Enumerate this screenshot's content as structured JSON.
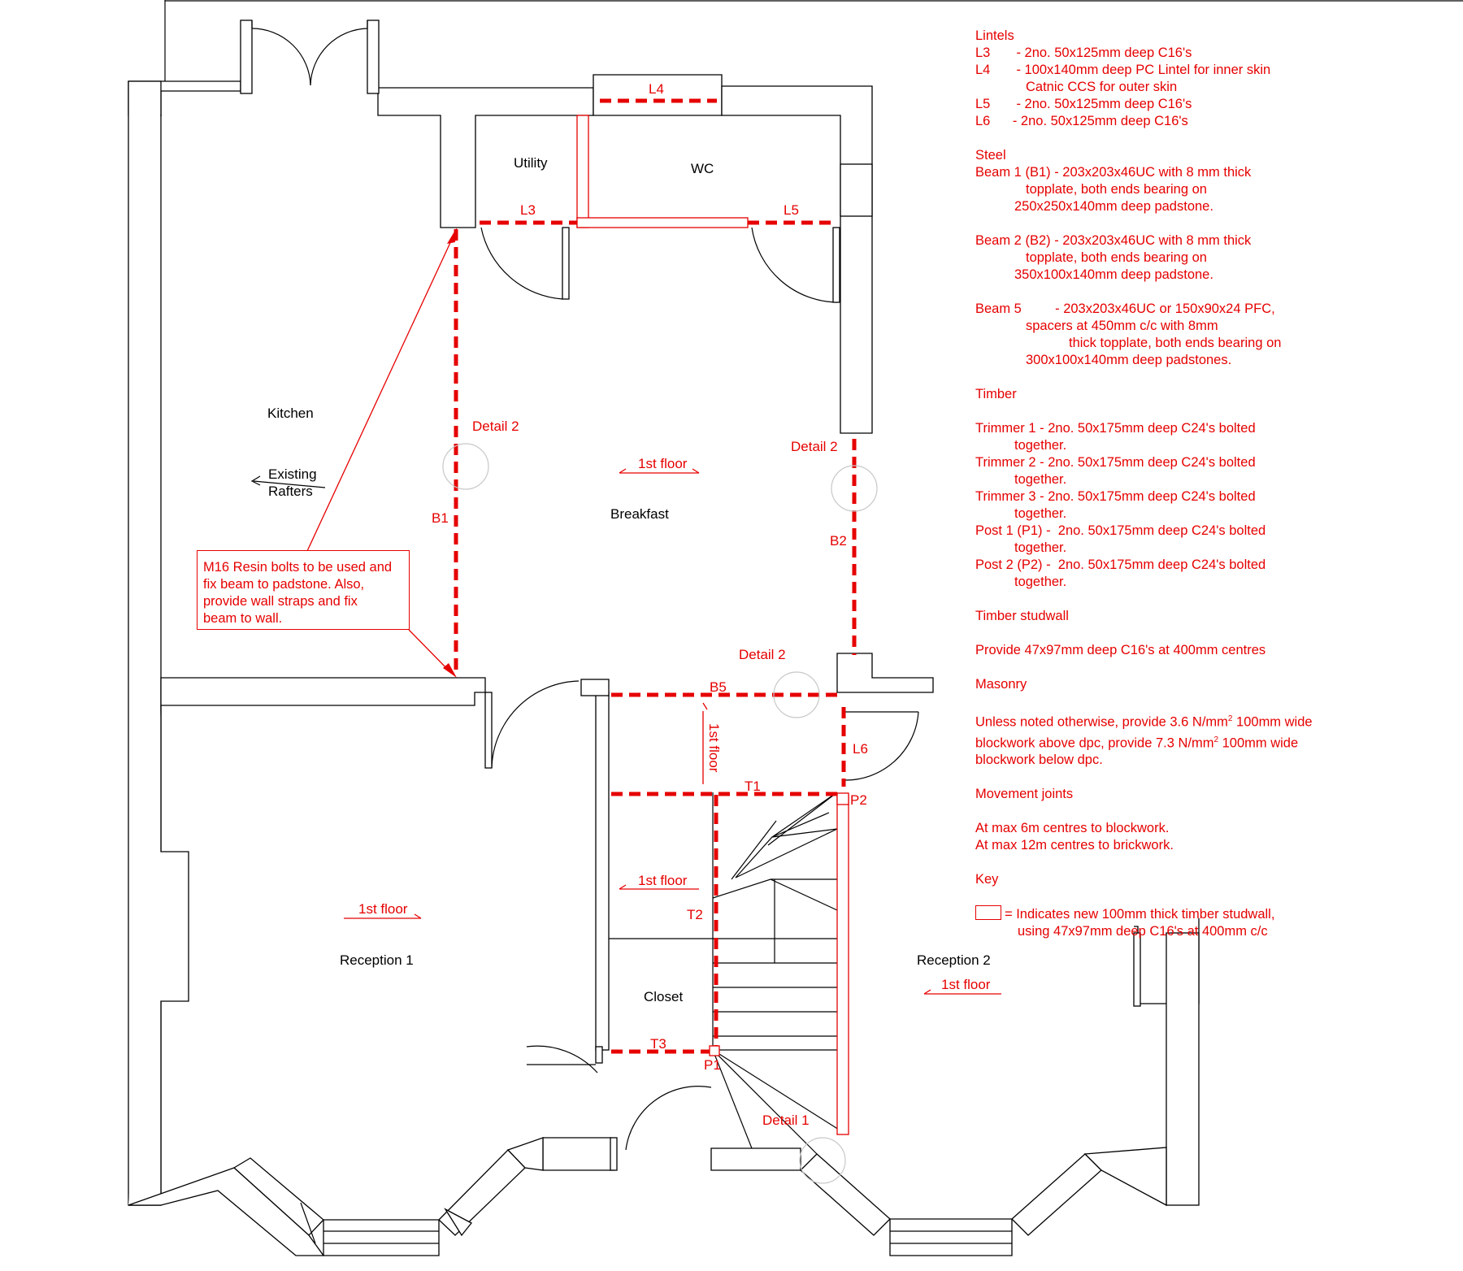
{
  "rooms": {
    "kitchen": "Kitchen",
    "existing_rafters_1": "Existing",
    "existing_rafters_2": "Rafters",
    "utility": "Utility",
    "wc": "WC",
    "breakfast": "Breakfast",
    "reception1": "Reception 1",
    "reception2": "Reception 2",
    "closet": "Closet",
    "first_floor": "1st floor"
  },
  "markers": {
    "L3": "L3",
    "L4": "L4",
    "L5": "L5",
    "L6": "L6",
    "B1": "B1",
    "B2": "B2",
    "B5": "B5",
    "T1": "T1",
    "T2": "T2",
    "T3": "T3",
    "P1": "P1",
    "P2": "P2",
    "detail2": "Detail 2",
    "detail2b": "Detail  2",
    "detail1": "Detail 1"
  },
  "callout": {
    "lines": [
      "M16 Resin bolts to be used and",
      "fix beam to padstone. Also,",
      "provide wall straps and fix",
      "beam to wall."
    ]
  },
  "notes": {
    "lintels": {
      "heading": "Lintels",
      "rows": [
        "L3       - 2no. 50x125mm deep C16's",
        "L4       - 100x140mm deep PC Lintel for inner skin",
        "Catnic CCS for outer skin",
        "L5       - 2no. 50x125mm deep C16's",
        "L6      - 2no. 50x125mm deep C16's"
      ]
    },
    "steel": {
      "heading": "Steel",
      "beam1": [
        "Beam 1 (B1) - 203x203x46UC with 8 mm thick",
        "topplate, both ends bearing on",
        "250x250x140mm deep padstone."
      ],
      "beam2": [
        "Beam 2 (B2) - 203x203x46UC with 8 mm thick",
        "topplate, both ends bearing on",
        "350x100x140mm deep padstone."
      ],
      "beam5": [
        "Beam 5         - 203x203x46UC or 150x90x24 PFC,",
        "spacers at 450mm c/c with 8mm",
        "thick topplate, both ends bearing on",
        "300x100x140mm deep padstones."
      ]
    },
    "timber": {
      "heading": "Timber",
      "rows": [
        "Trimmer 1 - 2no. 50x175mm deep C24's bolted",
        "together.",
        "Trimmer 2 - 2no. 50x175mm deep C24's bolted",
        "together.",
        "Trimmer 3 - 2no. 50x175mm deep C24's bolted",
        "together.",
        "Post 1 (P1) -  2no. 50x175mm deep C24's bolted",
        "together.",
        "Post 2 (P2) -  2no. 50x175mm deep C24's bolted",
        "together."
      ]
    },
    "studwall": {
      "heading": "Timber studwall",
      "text": "Provide 47x97mm deep C16's at 400mm centres"
    },
    "masonry": {
      "heading": "Masonry",
      "line1a": "Unless noted otherwise, provide 3.6 N/mm",
      "line1b": " 100mm wide",
      "line2a": "blockwork above dpc, provide 7.3 N/mm",
      "line2b": " 100mm wide",
      "line3": "blockwork below dpc.",
      "sup": "2"
    },
    "movement": {
      "heading": "Movement joints",
      "rows": [
        "At max 6m centres to blockwork.",
        "At max 12m centres to brickwork."
      ]
    },
    "key": {
      "heading": "Key",
      "line1": "= Indicates new 100mm thick timber studwall,",
      "line2": "using 47x97mm deep C16's at 400mm c/c"
    }
  },
  "colors": {
    "annotation": "#e60000",
    "walls": "#000000"
  }
}
